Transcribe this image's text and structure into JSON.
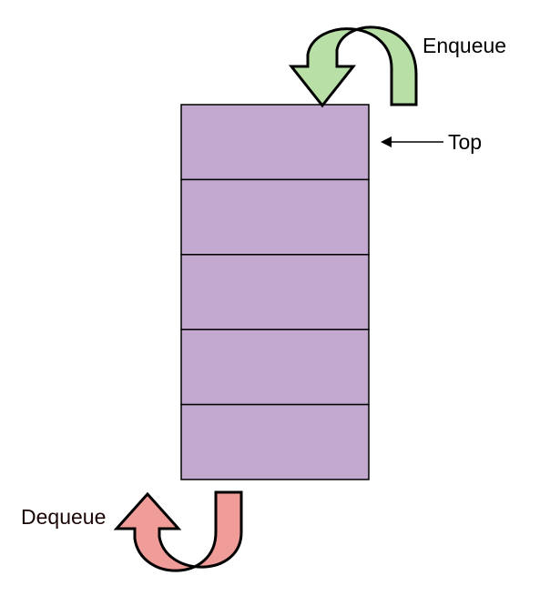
{
  "labels": {
    "enqueue": "Enqueue",
    "top": "Top",
    "dequeue": "Dequeue"
  },
  "queue": {
    "cell_count": 5
  },
  "colors": {
    "cell_fill": "#c3a9cf",
    "cell_stroke": "#000000",
    "enqueue_arrow": "#b8e0a6",
    "dequeue_arrow": "#f09c98",
    "text": "#000000",
    "dequeue_text": "#1a0505"
  }
}
